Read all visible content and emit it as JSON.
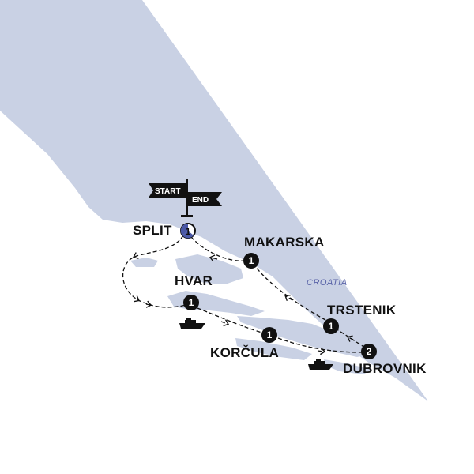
{
  "colors": {
    "land": "#c9d1e4",
    "sea": "#ffffff",
    "marker": "#111111",
    "split_accent": "#4a58a6",
    "country_label": "#5a64a8"
  },
  "flag": {
    "start": "START",
    "end": "END"
  },
  "country": "CROATIA",
  "stops": [
    {
      "name": "SPLIT",
      "nights": "1"
    },
    {
      "name": "MAKARSKA",
      "nights": "1"
    },
    {
      "name": "HVAR",
      "nights": "1"
    },
    {
      "name": "TRSTENIK",
      "nights": "1"
    },
    {
      "name": "KORČULA",
      "nights": "1"
    },
    {
      "name": "DUBROVNIK",
      "nights": "2"
    }
  ],
  "icons": [
    "flag-icon",
    "ferry-icon",
    "ferry-icon"
  ]
}
